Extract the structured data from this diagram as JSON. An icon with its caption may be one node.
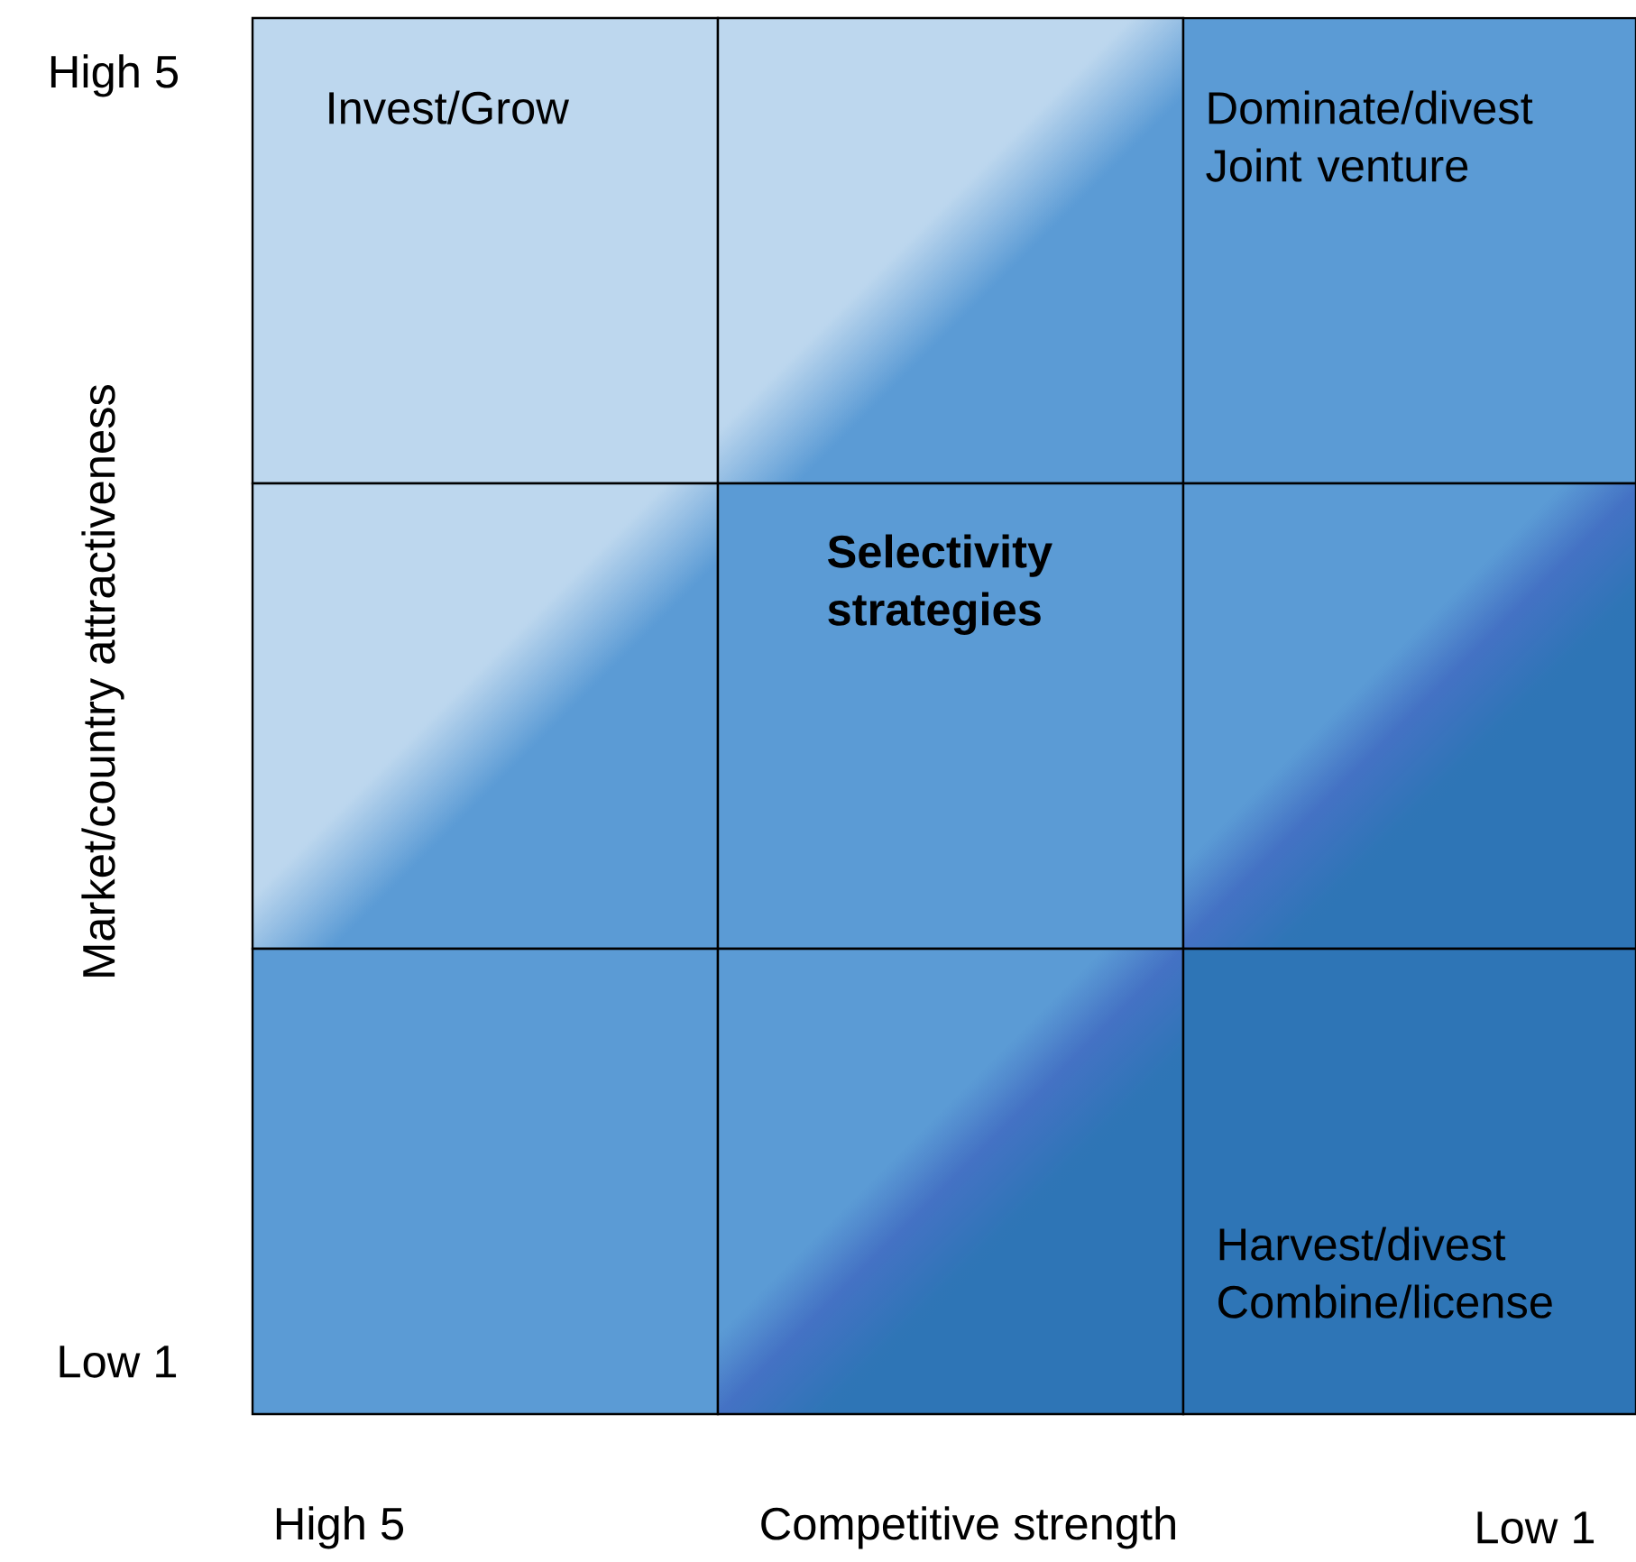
{
  "diagram": {
    "nodes": [
      {
        "text": [
          "Invest/Grow"
        ]
      },
      {
        "text": [],
        "shape": "box"
      },
      {
        "text": [
          "Dominate/divest",
          "Joint venture"
        ]
      },
      {
        "text": [],
        "shape": "box"
      },
      {
        "text": [
          "Selectivity strategies"
        ]
      },
      {
        "text": [],
        "shape": "box"
      },
      {
        "text": [],
        "shape": "box"
      },
      {
        "text": [],
        "shape": "box"
      },
      {
        "text": [
          "Harvest/divest",
          "Combine/license"
        ]
      }
    ],
    "labels": [
      "High 5",
      "Market/country attractiveness",
      "Low 1",
      "High 5",
      "Competitive strength",
      "Low 1"
    ]
  }
}
